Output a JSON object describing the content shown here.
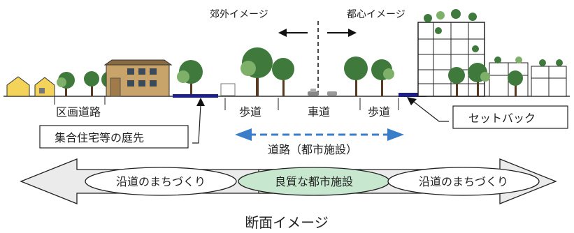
{
  "labels": {
    "suburb": "郊外イメージ",
    "downtown": "都心イメージ",
    "block_road": "区画道路",
    "housing_front": "集合住宅等の庭先",
    "sidewalk_left": "歩道",
    "roadway": "車道",
    "sidewalk_right": "歩道",
    "setback": "セットバック",
    "road_facility": "道路（都市施設）",
    "roadside_left": "沿道のまちづくり",
    "quality_facility": "良質な都市施設",
    "roadside_right": "沿道のまちづくり",
    "caption": "断面イメージ"
  },
  "colors": {
    "accent_blue": "#3a7dc8",
    "navy": "#1c1f8a",
    "green_fill": "#c7e8cf",
    "big_arrow_fill": "#ebebeb",
    "tree_dark": "#3f7a3c",
    "tree_light": "#7fb06a",
    "building_tan": "#c9a46a"
  },
  "icons": {
    "left_arrow": "arrow-left-icon",
    "right_arrow": "arrow-right-icon",
    "center_line": "dashed-centerline-icon",
    "double_arrow": "double-arrow-icon"
  }
}
